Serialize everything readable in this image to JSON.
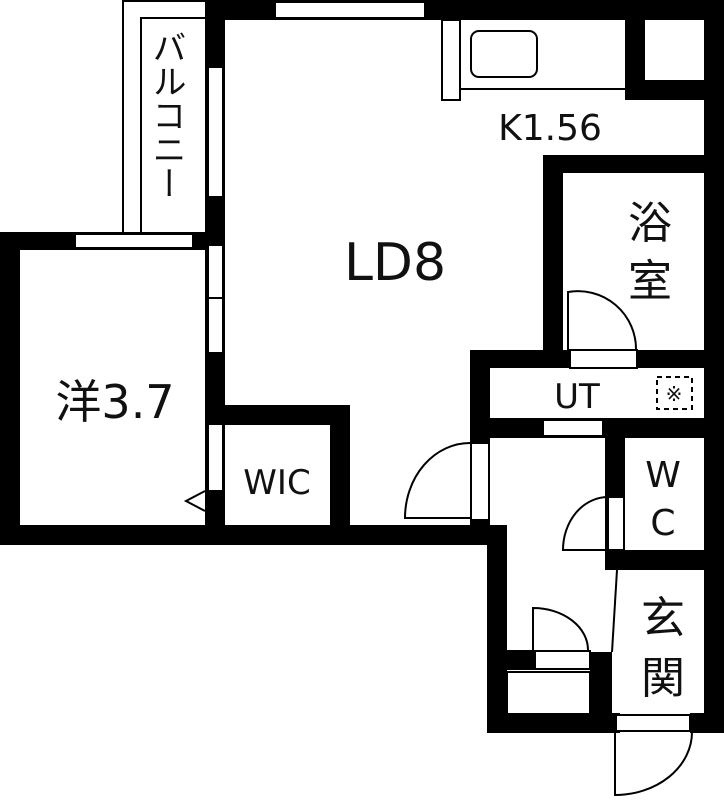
{
  "rooms": {
    "balcony": "バルコニー",
    "western_room": "洋3.7",
    "living_dining": "LD8",
    "kitchen": "K1.56",
    "bathroom_line1": "浴",
    "bathroom_line2": "室",
    "utility": "UT",
    "utility_mark": "※",
    "walk_in_closet": "WIC",
    "toilet_line1": "W",
    "toilet_line2": "C",
    "entrance_line1": "玄",
    "entrance_line2": "関"
  },
  "colors": {
    "wall": "#000000",
    "background": "#ffffff"
  }
}
